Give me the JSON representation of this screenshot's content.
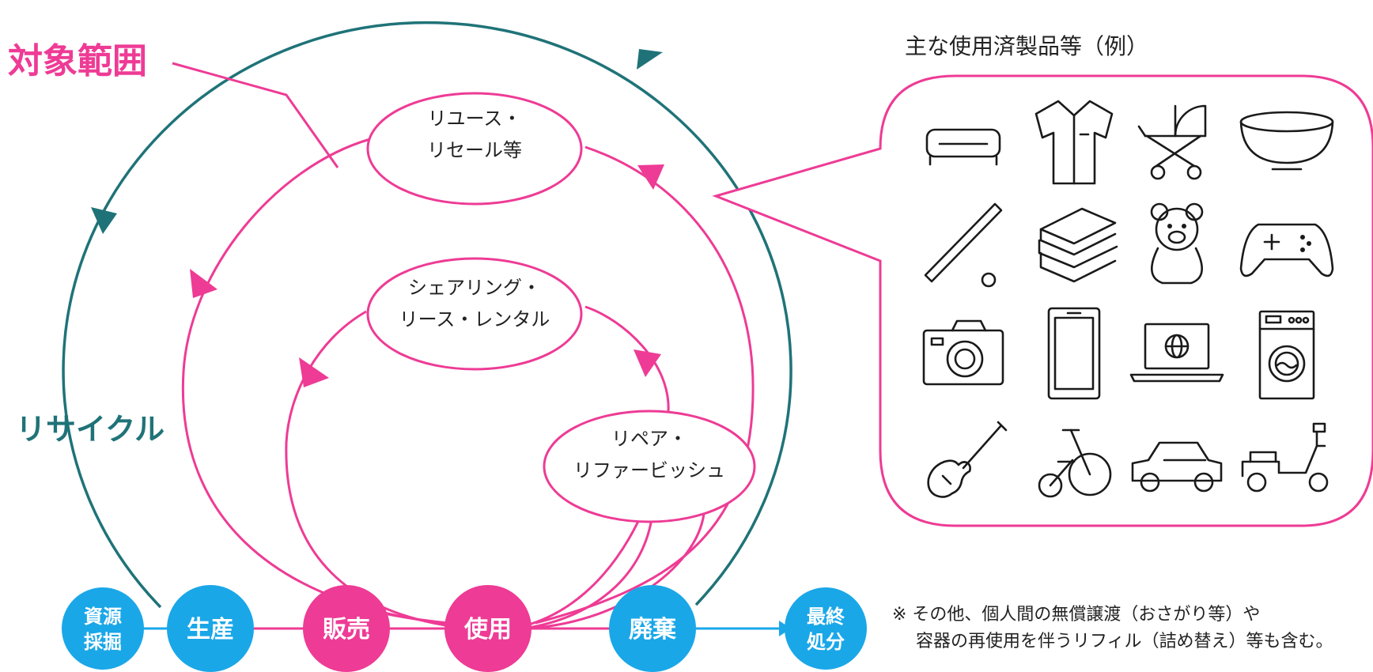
{
  "colors": {
    "pink": "#ee3b95",
    "teal": "#1f7378",
    "blue": "#1aa7e8"
  },
  "labels": {
    "scope": "対象範囲",
    "recycle": "リサイクル",
    "examples_title": "主な使用済製品等（例）"
  },
  "ovals": {
    "reuse_line1": "リユース・",
    "reuse_line2": "リセール等",
    "sharing_line1": "シェアリング・",
    "sharing_line2": "リース・レンタル",
    "repair_line1": "リペア・",
    "repair_line2": "リファービッシュ"
  },
  "nodes": {
    "resource_line1": "資源",
    "resource_line2": "採掘",
    "production": "生産",
    "sales": "販売",
    "use": "使用",
    "disposal": "廃棄",
    "final_line1": "最終",
    "final_line2": "処分"
  },
  "note": {
    "line1": "※ その他、個人間の無償譲渡（おさがり等）や",
    "line2": "容器の再使用を伴うリフィル（詰め替え）等も含む。"
  },
  "icons": [
    "sofa-icon",
    "shirt-icon",
    "stroller-icon",
    "bowl-icon",
    "bat-icon",
    "books-icon",
    "teddy-bear-icon",
    "game-controller-icon",
    "camera-icon",
    "smartphone-icon",
    "laptop-icon",
    "washing-machine-icon",
    "guitar-icon",
    "tricycle-icon",
    "car-icon",
    "scooter-icon"
  ]
}
